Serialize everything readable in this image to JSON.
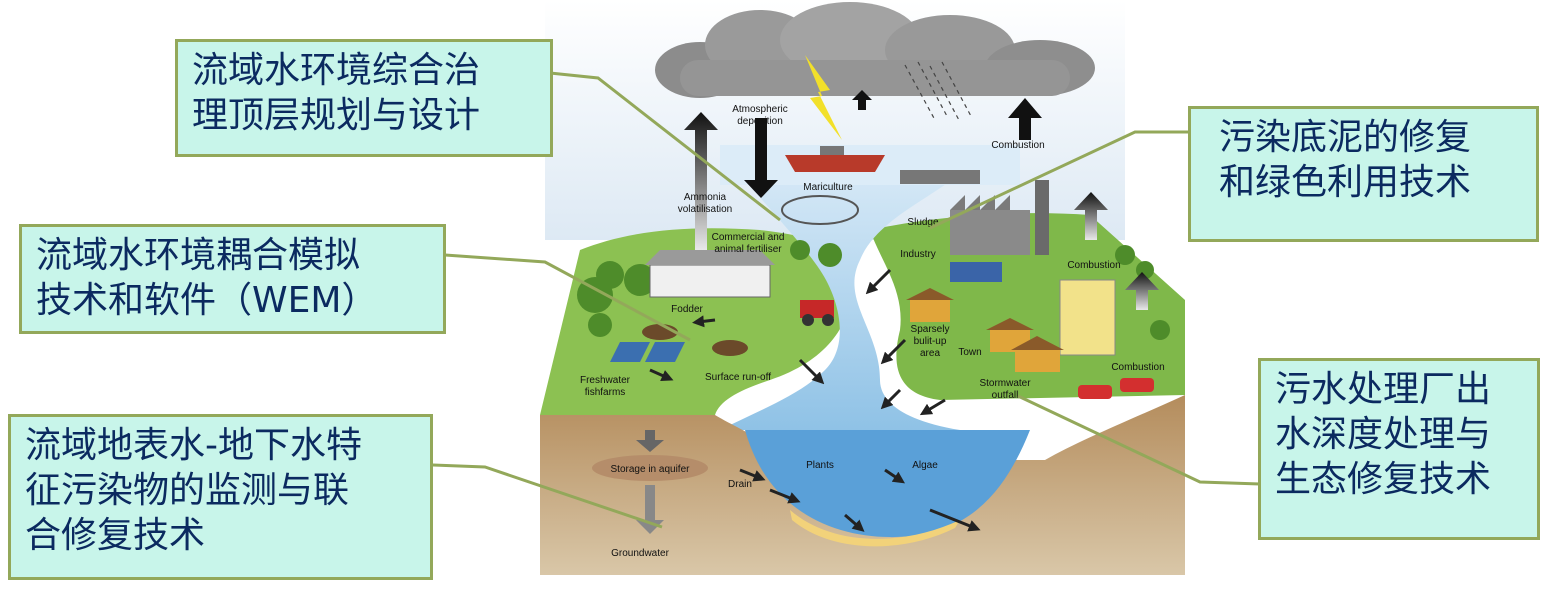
{
  "callouts": {
    "top_left": "流域水环境综合治\n理顶层规划与设计",
    "mid_left": "流域水环境耦合模拟\n技术和软件（WEM）",
    "bottom_left": "流域地表水-地下水特\n征污染物的监测与联\n合修复技术",
    "top_right": "污染底泥的修复\n和绿色利用技术",
    "bottom_right": "污水处理厂出\n水深度处理与\n生态修复技术"
  },
  "labels": {
    "atmospheric_1": "Atmospheric",
    "atmospheric_2": "deposition",
    "combustion_top": "Combustion",
    "mariculture": "Mariculture",
    "ammonia_1": "Ammonia",
    "ammonia_2": "volatilisation",
    "sludge": "Sludge",
    "fertiliser_1": "Commercial and",
    "fertiliser_2": "animal fertiliser",
    "industry": "Industry",
    "combustion_mid": "Combustion",
    "fodder": "Fodder",
    "sparsely_1": "Sparsely",
    "sparsely_2": "bulit-up",
    "sparsely_3": "area",
    "town": "Town",
    "combustion_low": "Combustion",
    "freshwater_1": "Freshwater",
    "freshwater_2": "fishfarms",
    "surface_runoff": "Surface run-off",
    "stormwater_1": "Stormwater",
    "stormwater_2": "outfall",
    "storage": "Storage in aquifer",
    "plants": "Plants",
    "algae": "Algae",
    "drain": "Drain",
    "groundwater": "Groundwater"
  },
  "colors": {
    "callout_fill": "#c8f5ea",
    "callout_border": "#93a85a",
    "callout_text": "#0b2a60",
    "leader_line": "#93a85a",
    "grass": "#8cc152",
    "water": "#a8d2ee",
    "soil": "#a07a4a"
  }
}
